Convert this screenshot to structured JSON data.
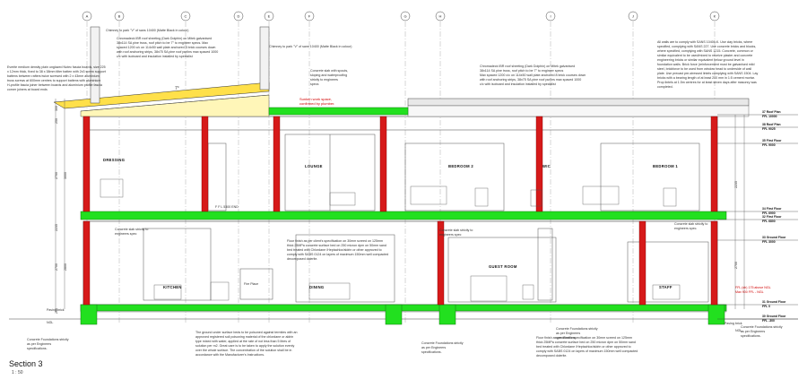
{
  "drawing": {
    "title": "Section 3",
    "scale": "1 : 50"
  },
  "grid_labels": [
    "A",
    "B",
    "C",
    "D",
    "E",
    "F",
    "G",
    "H",
    "I",
    "J",
    "K"
  ],
  "rooms": {
    "dressing": "DRESSING",
    "lounge": "LOUNGE",
    "bedroom2": "BEDROOM 2",
    "wic": "WIC",
    "bedroom1": "BEDROOM 1",
    "kitchen": "KITCHEN",
    "dining": "DINING",
    "guest_room": "GUEST ROOM",
    "staff": "STAFF",
    "fire_place": "Fire Place"
  },
  "levels": {
    "roof_l1": "37 Roof Plan",
    "roof_l2": "FFL 10000",
    "l2a_1": "38 Roof Plan",
    "l2a_2": "FFL 9025",
    "l2b_1": "35 First Floor",
    "l2b_2": "FFL 9000",
    "l3a_1": "34 First Floor",
    "l3a_2": "FFL 6900",
    "l3b_1": "32 First Floor",
    "l3b_2": "FFL 6800",
    "l4_1": "33 Ground Floor",
    "l4_2": "FFL 3000",
    "l5_1": "31 Ground Floor",
    "l5_2": "FFL 0",
    "l6_1": "30 Ground Floor",
    "l6_2": "FFL -300",
    "ffl_note_1": "FFL (sh) 175 above NGL",
    "ffl_note_2": "Max 900 FFL - NGL"
  },
  "notes": {
    "chimney_left": "Chimney to park \"V\" of sans 10400 (Matte Black in colour)",
    "chimney_right": "Chimney to park \"V\" of sans 10400 (Matte Black in colour)",
    "chromadek_left_1": "Chromadeck IBR roof sheeting (Dark Dolphin) on Mitek galvanised",
    "chromadek_left_2": "38x114 SA pine truss, roof pitch to be 7° to engineer specs. Max",
    "chromadek_left_3": "spaced 1200 c/c on 114x50 wall plate anchored 8 brick courses down",
    "chromadek_left_4": "with roof anchoring strips, 38x75 SA pine roof purlins max spaced 1000",
    "chromadek_left_5": "c/c with isoboard and insulation installed by specialist",
    "everite_1": "Everite medium density plain unglazed Nutec fascia boards, size 225",
    "everite_2": "x 12mm thick, fixed to 38 x 38mm tilter batten with 2x3 screw support",
    "everite_3": "battens between rafters twice screwed with 2 x 43mm aluminium",
    "everite_4": "truss screws at 600mm centres to support battens with aluminium",
    "everite_5": "H-profile fascia joiner between boards and aluminium profile fascia",
    "everite_6": "corner joiners at board ends",
    "pitch": "7°",
    "concrete_spouts_1": "Concrete slab with spouts,",
    "concrete_spouts_2": "sloping and waterproofing",
    "concrete_spouts_3": "strictly to engineers",
    "concrete_spouts_4": "specs",
    "sunken_1": "Sunken work space,",
    "sunken_2": "confirmed by plumber.",
    "chromadek_mid_1": "Chromadeck IBR roof sheeting (Dark Dolphin) on Mitek galvanised",
    "chromadek_mid_2": "38x114 SA pine truss, roof pitch to be 7° to engineer specs",
    "chromadek_mid_3": "Max spaced 1200 c/c on 114x50 wall plate anchored 8 brick courses down",
    "chromadek_mid_4": "with roof anchoring strips, 38x75 SA pine roof purlins max spaced 1000",
    "chromadek_mid_5": "c/c with isoboard and insulation installed by specialist",
    "allwalls_1": "All walls are to comply with SANS 10400-K. Use clay bricks, where",
    "allwalls_2": "specified, complying with SANS 227. Use concrete bricks and blocks,",
    "allwalls_3": "where specified, complying with SANS 1215. Concrete, common or",
    "allwalls_4": "similar equivalent to be used/mixed to receive plaster and concrete",
    "allwalls_5": "engineering bricks or similar equivalent below ground level in",
    "allwalls_6": "foundation walls. Brick force (reinforcement must be galvanised mild",
    "allwalls_7": "steel, brickforce to be used from window head to underside of wall",
    "allwalls_8": "plate. Use precast pre-stressed lintels complying with SANS 1504. Lay",
    "allwalls_9": "bricks with a bearing length of at least 200 mm in 1:5 cement mortar.",
    "allwalls_10": "Prop lintels at 1.5m centres for at least seven days after masonry was",
    "allwalls_11": "completed.",
    "ffl_first": "F F L   5300 END",
    "slab_left_1": "Concrete slab strictly to",
    "slab_left_2": "engineers spec",
    "slab_mid_1": "Concrete slab strictly to",
    "slab_mid_2": "engineers spec",
    "slab_right_1": "Concrete slab strictly to",
    "slab_right_2": "engineers spec.",
    "floor_finish_1": "Floor finish as per client's specification on 30mm screed on 125mm",
    "floor_finish_2": "thick 25MPa concrete surface bed on 250 micron dpm on 50mm sand",
    "floor_finish_3": "bed treated with Chlordane /Heptachlor/aldrin or other approved to",
    "floor_finish_4": "comply with SABS 0124 on layers of maximum 150mm well compacted",
    "floor_finish_5": "decomposed dolerite.",
    "paving_left": "Paving brick",
    "ngl_left": "NGL",
    "paving_right": "Paving brick",
    "ngl_right": "NGL",
    "ground_1": "The ground under surface beds to be poisoned against termites with an",
    "ground_2": "approved registered soil poisoning material of the chlordane or aldrin",
    "ground_3": "type mixed with water, applied at the rate of not less than 5 litres of",
    "ground_4": "solution per m2. Great care is to be taken to apply the solution evenly",
    "ground_5": "over the whole surface. The concentration of the solution shall be in",
    "ground_6": "accordance with the Manufacturer's Instructions.",
    "found_left_1": "Concrete Foundations strictly",
    "found_left_2": "as per Engineers",
    "found_left_3": "specifications.",
    "found_mid_1": "Concrete Foundations strictly",
    "found_mid_2": "as per Engineers",
    "found_mid_3": "specifications.",
    "found_right_1": "Concrete Foundations strictly",
    "found_right_2": "as per Engineers",
    "found_right_3": "specifications.",
    "found_far_1": "Concrete Foundations strictly",
    "found_far_2": "as per Engineers",
    "found_far_3": "specifications.",
    "floor_r_1": "Floor finish as per client's specification on 30mm screed on 125mm",
    "floor_r_2": "thick 25MPa concrete surface bed on 250 micron dpm on 50mm sand",
    "floor_r_3": "bed treated with Chlordane /Heptachlor/aldrin or other approved to",
    "floor_r_4": "comply with SABS 0124 on layers of maximum 150mm well compacted",
    "floor_r_5": "decomposed dolerite."
  },
  "dims": {
    "d_roof": "300",
    "d_slab_top": "250",
    "d_first": "2700",
    "d_first2": "3000",
    "d_mid": "2235",
    "d_ground": "2700",
    "d_ground2": "2800",
    "d_found": "250",
    "d_right1": "2235",
    "d_right2": "2700"
  },
  "colors": {
    "slab_green": "#22e01f",
    "wall_red": "#d61a1a",
    "roof_yellow": "#ffe04a",
    "line": "#333333"
  }
}
